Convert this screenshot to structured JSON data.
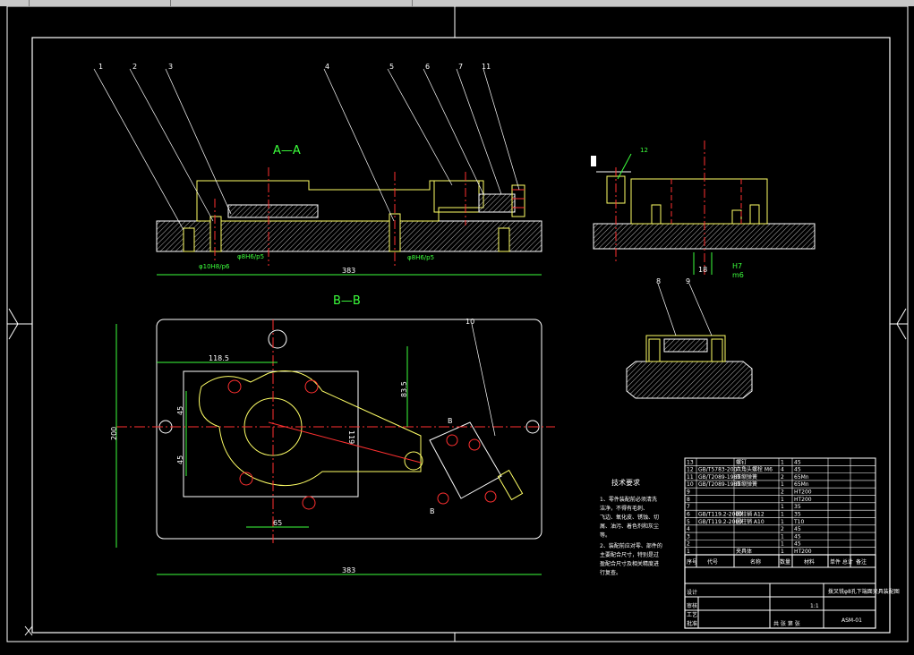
{
  "section_labels": {
    "aa": "A—A",
    "bb": "B—B",
    "b_small": "B",
    "b_small2": "B"
  },
  "balloons": [
    "1",
    "2",
    "3",
    "4",
    "5",
    "6",
    "7",
    "11",
    "10",
    "12",
    "8",
    "9"
  ],
  "dimensions": {
    "fit1": "φ8H6/p5",
    "fit2": "φ10H8/p6",
    "fit3": "φ8H6/p5",
    "len_top": "383",
    "len_bottom": "383",
    "height_left": "200",
    "d118": "118.5",
    "d835": "83.5",
    "d45a": "45",
    "d45b": "45",
    "d65": "65",
    "d119": "119",
    "fit_right_a": "18",
    "fit_right_b": "H7",
    "fit_right_c": "m6"
  },
  "tech_req": {
    "title": "技术要求",
    "lines": [
      "1、零件装配前必须清洗",
      "洁净，不得有毛刺、",
      "飞边、氧化皮、锈蚀、切",
      "屑、油污、着色剂和灰尘",
      "等。",
      "2、装配前应对零、部件的",
      "主要配合尺寸，特别是过",
      "盈配合尺寸及相关精度进",
      "行复查。"
    ]
  },
  "parts_list": [
    [
      "13",
      "",
      "螺钉",
      "1",
      "45",
      ""
    ],
    [
      "12",
      "GB/T5783-2000",
      "六角头螺栓 M6",
      "4",
      "45",
      ""
    ],
    [
      "11",
      "GB/T2089-1980",
      "压缩弹簧",
      "2",
      "65Mn",
      ""
    ],
    [
      "10",
      "GB/T2089-1980",
      "压缩弹簧",
      "1",
      "65Mn",
      ""
    ],
    [
      "9",
      "",
      "",
      "2",
      "HT200",
      ""
    ],
    [
      "8",
      "",
      "",
      "1",
      "HT200",
      ""
    ],
    [
      "7",
      "",
      "",
      "1",
      "35",
      ""
    ],
    [
      "6",
      "GB/T119.2-2000",
      "圆柱销 A12",
      "1",
      "35",
      ""
    ],
    [
      "5",
      "GB/T119.2-2000",
      "圆柱销 A10",
      "1",
      "T10",
      ""
    ],
    [
      "4",
      "",
      "",
      "2",
      "45",
      ""
    ],
    [
      "3",
      "",
      "",
      "1",
      "45",
      ""
    ],
    [
      "2",
      "",
      "",
      "1",
      "45",
      ""
    ],
    [
      "1",
      "",
      "夹具体",
      "1",
      "HT200",
      ""
    ]
  ],
  "title_block": {
    "hdr_no": "序号",
    "hdr_code": "代号",
    "hdr_name": "名称",
    "hdr_qty": "数量",
    "hdr_mat": "材料",
    "hdr_weight": "单件 总计",
    "hdr_note": "备注",
    "title": "拨叉铣φ8孔下端面夹具装配图",
    "drawing_no": "ASM-01",
    "scale": "1:1",
    "design": "设计",
    "check": "审核",
    "process": "工艺",
    "approve": "批准",
    "sheet": "共 张 第 张"
  },
  "colors": {
    "outline": "#ffffff",
    "part": "#ffff66",
    "center": "#ff3030",
    "dim": "#3cff3c",
    "leader": "#ffffff",
    "hatch": "#ffffff"
  }
}
